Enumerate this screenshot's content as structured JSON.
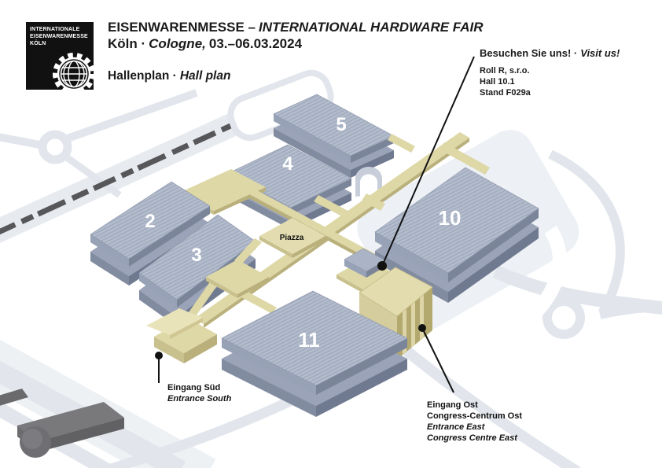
{
  "header": {
    "logo_lines": [
      "INTERNATIONALE",
      "EISENWARENMESSE",
      "KÖLN"
    ],
    "title": "EISENWARENMESSE –",
    "title_italic": "INTERNATIONAL HARDWARE FAIR",
    "city": "Köln ·",
    "city_italic": "Cologne,",
    "dates": "03.–06.03.2024",
    "plan": "Hallenplan ·",
    "plan_italic": "Hall plan"
  },
  "visit_us": {
    "invite": "Besuchen Sie uns! ·",
    "invite_italic": "Visit us!",
    "exhibitor": "Roll R, s.r.o.",
    "hall": "Hall 10.1",
    "stand": "Stand F029a"
  },
  "map": {
    "piazza_label": "Piazza",
    "halls": [
      {
        "number": "2"
      },
      {
        "number": "3"
      },
      {
        "number": "4"
      },
      {
        "number": "5"
      },
      {
        "number": "10"
      },
      {
        "number": "11"
      }
    ],
    "entrance_south": {
      "de": "Eingang Süd",
      "en": "Entrance South"
    },
    "entrance_east": {
      "lines": [
        "Eingang Ost",
        "Congress-Centrum Ost",
        "Entrance East",
        "Congress Centre East"
      ]
    }
  },
  "colors": {
    "hall_top": "#aab4c6",
    "hall_side_light": "#98a2b6",
    "hall_side_dark": "#7b8599",
    "walkway_top": "#ded7a6",
    "walkway_side": "#b9b07c",
    "road": "#e2e6ec",
    "rail": "#57575a",
    "station": "#79797c",
    "ink": "#1a1a1a"
  }
}
